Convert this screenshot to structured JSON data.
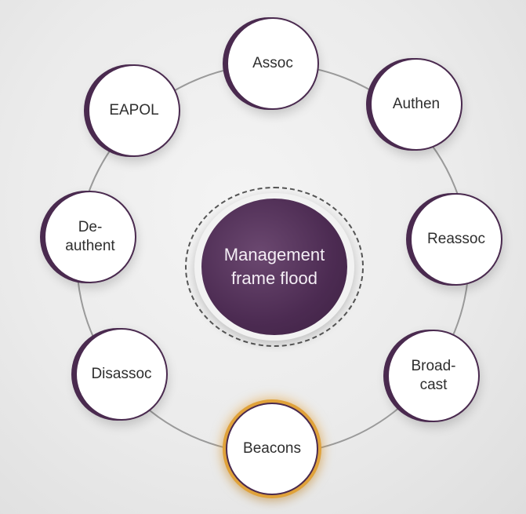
{
  "diagram": {
    "center": {
      "label": "Management\nframe flood"
    },
    "nodes": [
      {
        "id": "assoc",
        "label": "Assoc"
      },
      {
        "id": "authen",
        "label": "Authen"
      },
      {
        "id": "reassoc",
        "label": "Reassoc"
      },
      {
        "id": "broadcast",
        "label": "Broad-\ncast"
      },
      {
        "id": "beacons",
        "label": "Beacons",
        "highlighted": true
      },
      {
        "id": "disassoc",
        "label": "Disassoc"
      },
      {
        "id": "deauthent",
        "label": "De-\nauthent"
      },
      {
        "id": "eapol",
        "label": "EAPOL"
      }
    ],
    "colors": {
      "accent": "#4a2a4f",
      "highlight": "#e0a23a",
      "ring": "#9a9a9a"
    }
  }
}
